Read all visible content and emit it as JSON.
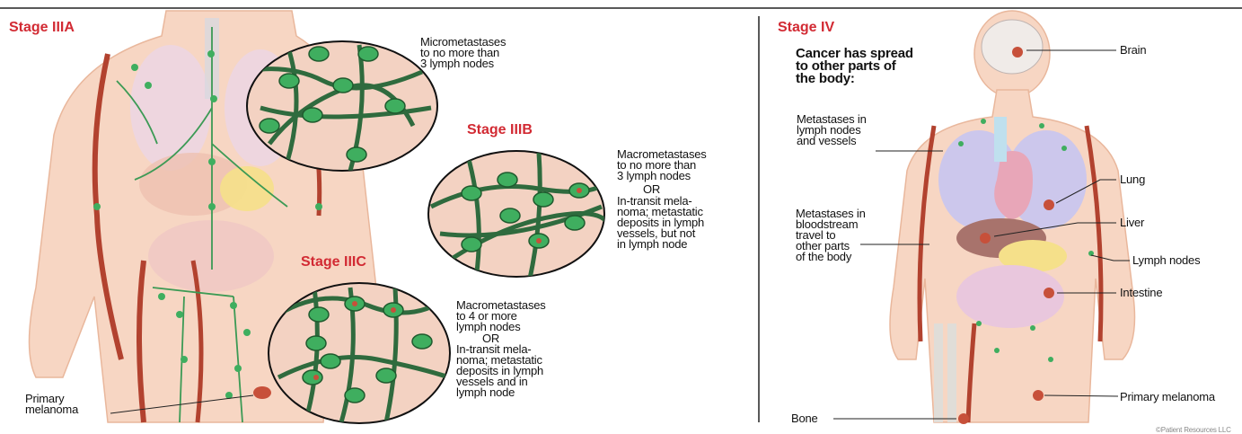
{
  "stage3": {
    "stage3a": {
      "title": "Stage IIIA",
      "desc": "Micrometastases\nto no more than\n3 lymph nodes"
    },
    "stage3b": {
      "title": "Stage IIIB",
      "desc1": "Macrometastases\nto no more than\n3 lymph nodes",
      "or": "OR",
      "desc2": "In-transit mela-\nnoma; metastatic\ndeposits in lymph\nvessels, but not\nin lymph node"
    },
    "stage3c": {
      "title": "Stage IIIC",
      "desc1": "Macrometastases\nto 4 or more\nlymph nodes",
      "or": "OR",
      "desc2": "In-transit mela-\nnoma; metastatic\ndeposits in lymph\nvessels and in\nlymph node"
    },
    "primary": "Primary\nmelanoma"
  },
  "stage4": {
    "title": "Stage IV",
    "headline": "Cancer has spread\nto other parts of\nthe body:",
    "lymph_label": "Metastases in\nlymph nodes\nand vessels",
    "blood_label": "Metastases in\nbloodstream\ntravel to\nother parts\nof the body",
    "organs": {
      "brain": "Brain",
      "lung": "Lung",
      "liver": "Liver",
      "lymph_nodes": "Lymph nodes",
      "intestine": "Intestine",
      "primary": "Primary melanoma",
      "bone": "Bone"
    },
    "copyright": "©Patient Resources LLC"
  },
  "colors": {
    "heading": "#d22a33",
    "skin": "#f6d2bd",
    "zoom_bg": "#f3d2c2",
    "vessel": "#2f6b3e",
    "node": "#3fae5f",
    "tumor": "#c7503a",
    "artery": "#b2422f"
  }
}
